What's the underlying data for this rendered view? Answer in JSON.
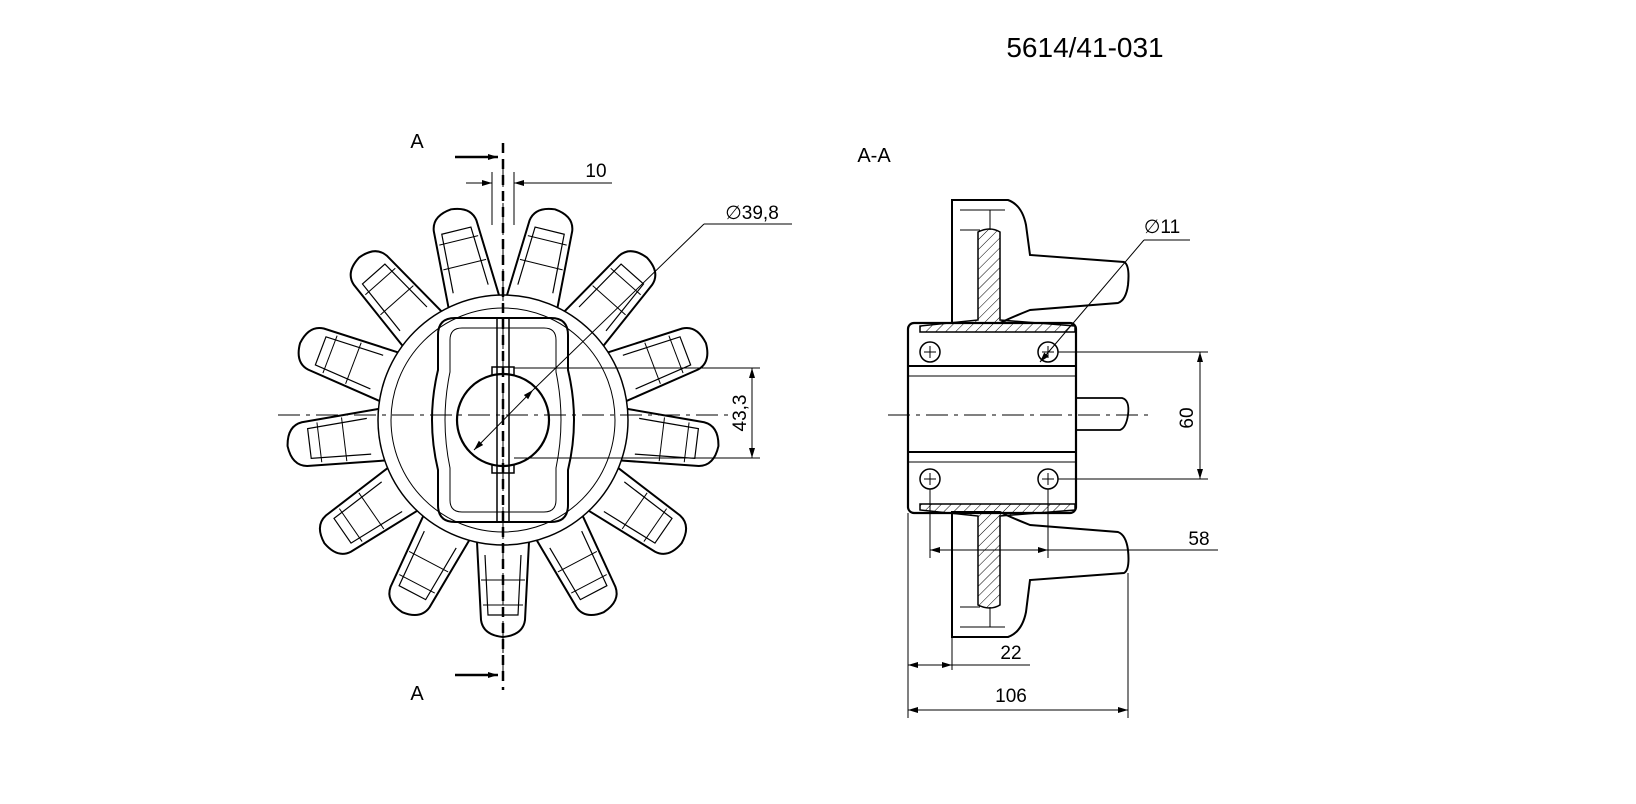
{
  "drawing": {
    "part_number": "5614/41-031",
    "section_marker_top": "A",
    "section_marker_bottom": "A",
    "section_view_label": "A-A",
    "colors": {
      "ink": "#000000",
      "background": "#ffffff"
    }
  },
  "front_view": {
    "teeth_count": 13,
    "dim_slot_width": "10",
    "dim_bore_diameter": "∅39,8",
    "dim_key_height": "43,3"
  },
  "section_view": {
    "dim_hole_diameter": "∅11",
    "dim_bolt_spacing": "60",
    "dim_tooth_length": "58",
    "dim_flange_offset": "22",
    "dim_overall_width": "106"
  }
}
